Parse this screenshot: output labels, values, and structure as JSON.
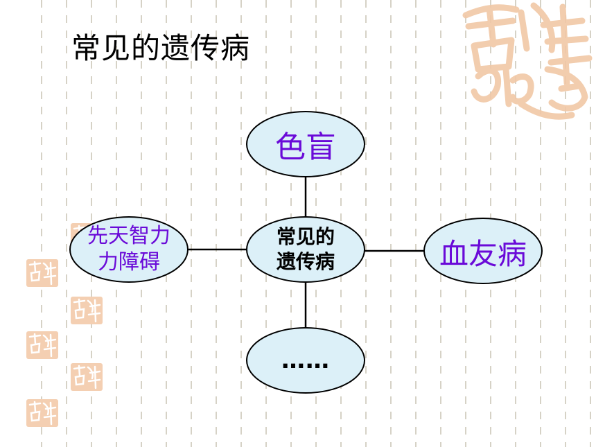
{
  "slide": {
    "title": "常见的遗传病"
  },
  "diagram": {
    "center": "常见的遗传病",
    "center_line1": "常见的",
    "center_line2": "遗传病",
    "top": "色盲",
    "right": "血友病",
    "left": "先天智力力障碍",
    "left_line1": "先天智力",
    "left_line2": "力障碍",
    "bottom": "……"
  },
  "colors": {
    "ellipse_fill": "#dcf0f8",
    "ellipse_stroke": "#000000",
    "accent_text": "#6a0ad8",
    "connector": "#000000",
    "decoration": "#f1c8a6",
    "dashed_lines": "#d6d2c6"
  },
  "decorations": {
    "stamp_icon": "auspicious-seal-icon"
  }
}
